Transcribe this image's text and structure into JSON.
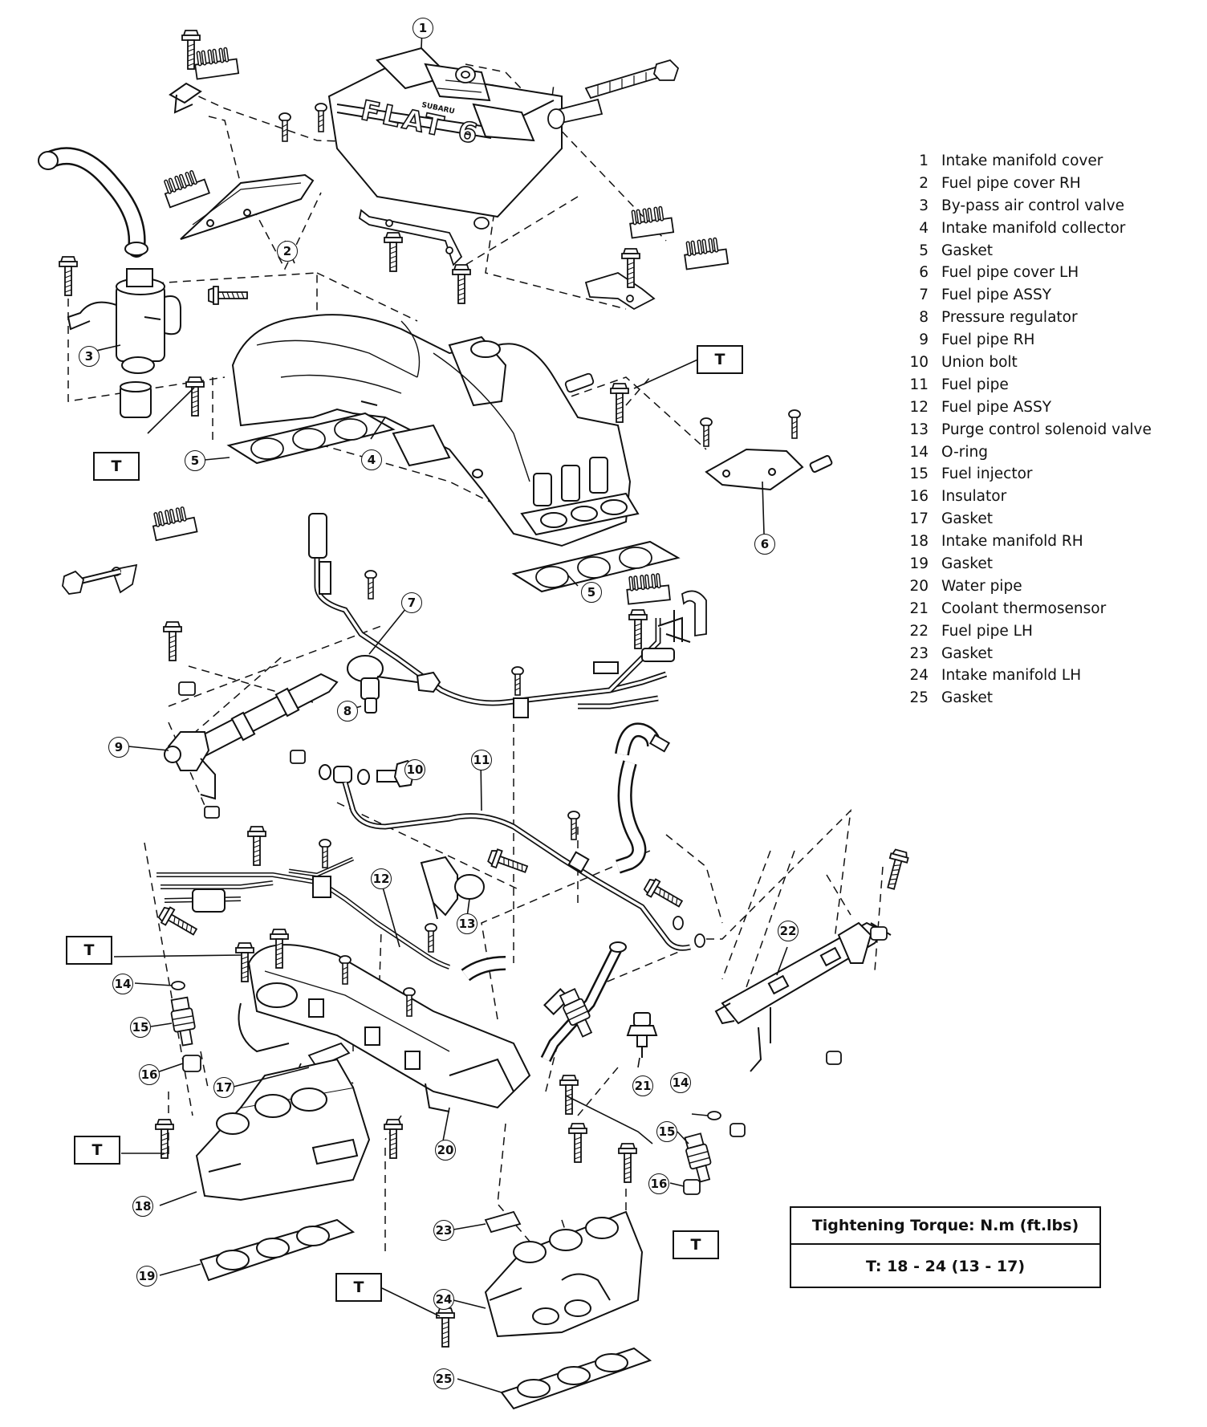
{
  "legend": [
    {
      "num": "1",
      "name": "Intake manifold cover"
    },
    {
      "num": "2",
      "name": "Fuel pipe cover RH"
    },
    {
      "num": "3",
      "name": "By-pass air control valve"
    },
    {
      "num": "4",
      "name": "Intake manifold collector"
    },
    {
      "num": "5",
      "name": "Gasket"
    },
    {
      "num": "6",
      "name": "Fuel pipe cover LH"
    },
    {
      "num": "7",
      "name": "Fuel pipe ASSY"
    },
    {
      "num": "8",
      "name": "Pressure regulator"
    },
    {
      "num": "9",
      "name": "Fuel pipe RH"
    },
    {
      "num": "10",
      "name": "Union bolt"
    },
    {
      "num": "11",
      "name": "Fuel pipe"
    },
    {
      "num": "12",
      "name": "Fuel pipe ASSY"
    },
    {
      "num": "13",
      "name": "Purge control solenoid valve"
    },
    {
      "num": "14",
      "name": "O-ring"
    },
    {
      "num": "15",
      "name": "Fuel injector"
    },
    {
      "num": "16",
      "name": "Insulator"
    },
    {
      "num": "17",
      "name": "Gasket"
    },
    {
      "num": "18",
      "name": "Intake manifold RH"
    },
    {
      "num": "19",
      "name": "Gasket"
    },
    {
      "num": "20",
      "name": "Water pipe"
    },
    {
      "num": "21",
      "name": "Coolant thermosensor"
    },
    {
      "num": "22",
      "name": "Fuel pipe LH"
    },
    {
      "num": "23",
      "name": "Gasket"
    },
    {
      "num": "24",
      "name": "Intake manifold LH"
    },
    {
      "num": "25",
      "name": "Gasket"
    }
  ],
  "torque": {
    "header": "Tightening Torque: N.m (ft.lbs)",
    "value": "T:  18 - 24  (13 - 17)"
  },
  "torque_marker": "T",
  "cover_logo": {
    "brand": "SUBARU",
    "model": "FLAT 6"
  },
  "callouts": {
    "c1": "1",
    "c2": "2",
    "c3": "3",
    "c4": "4",
    "c5a": "5",
    "c5b": "5",
    "c6": "6",
    "c7": "7",
    "c8": "8",
    "c9": "9",
    "c10": "10",
    "c11": "11",
    "c12": "12",
    "c13": "13",
    "c14a": "14",
    "c14b": "14",
    "c15a": "15",
    "c15b": "15",
    "c16a": "16",
    "c16b": "16",
    "c17": "17",
    "c18": "18",
    "c19": "19",
    "c20": "20",
    "c21": "21",
    "c22": "22",
    "c23": "23",
    "c24": "24",
    "c25": "25"
  }
}
